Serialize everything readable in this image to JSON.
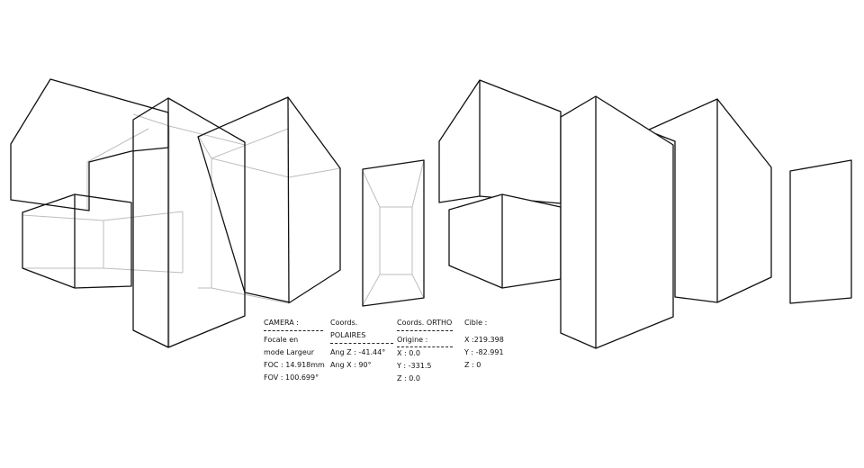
{
  "info": {
    "camera": {
      "title": "CAMERA :",
      "lines": [
        "Focale en",
        "mode Largeur",
        "FOC : 14.918mm",
        "FOV : 100.699°"
      ]
    },
    "polar": {
      "title": "Coords. POLAIRES",
      "lines": [
        "Ang Z : -41.44°",
        "Ang X : 90°"
      ]
    },
    "ortho": {
      "title": "Coords. ORTHO",
      "lines": [
        "Origine :",
        "X : 0.0",
        "Y : -331.5",
        "Z : 0.0"
      ]
    },
    "target": {
      "title": "Cible :",
      "lines": [
        "X :219.398",
        "Y : -82.991",
        "Z : 0"
      ]
    }
  },
  "colors": {
    "edge": "#111111",
    "hidden": "#bdbdbd"
  }
}
